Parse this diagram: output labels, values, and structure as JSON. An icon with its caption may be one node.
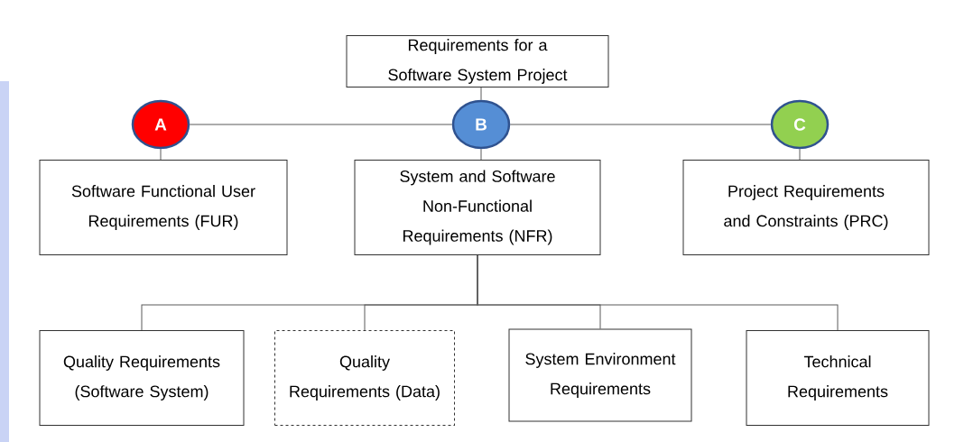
{
  "diagram": {
    "nodes": [
      {
        "text": [
          "Requirements for a Software System Project"
        ]
      },
      {
        "text": [
          "A"
        ]
      },
      {
        "text": [
          "Software Functional User Requirements (FUR)"
        ]
      },
      {
        "text": [
          "B"
        ]
      },
      {
        "text": [
          "System and Software Non-Functional Requirements (NFR)"
        ]
      },
      {
        "text": [
          "C"
        ]
      },
      {
        "text": [
          "Project Requirements and Constraints (PRC)"
        ]
      },
      {
        "text": [
          "Quality Requirements (Software System)"
        ]
      },
      {
        "text": [
          "Quality Requirements (Data)"
        ]
      },
      {
        "text": [
          "System Environment Requirements"
        ]
      },
      {
        "text": [
          "Technical Requirements"
        ]
      }
    ],
    "edges": [
      {
        "from": 0,
        "to": 3,
        "arrow": "none"
      },
      {
        "from": 1,
        "to": 3,
        "arrow": "none"
      },
      {
        "from": 3,
        "to": 5,
        "arrow": "none"
      },
      {
        "from": 1,
        "to": 2,
        "arrow": "none"
      },
      {
        "from": 3,
        "to": 4,
        "arrow": "none"
      },
      {
        "from": 5,
        "to": 6,
        "arrow": "none"
      },
      {
        "from": 4,
        "to": 7,
        "arrow": "none"
      },
      {
        "from": 4,
        "to": 8,
        "arrow": "none"
      },
      {
        "from": 4,
        "to": 9,
        "arrow": "none"
      },
      {
        "from": 4,
        "to": 10,
        "arrow": "none"
      }
    ]
  }
}
